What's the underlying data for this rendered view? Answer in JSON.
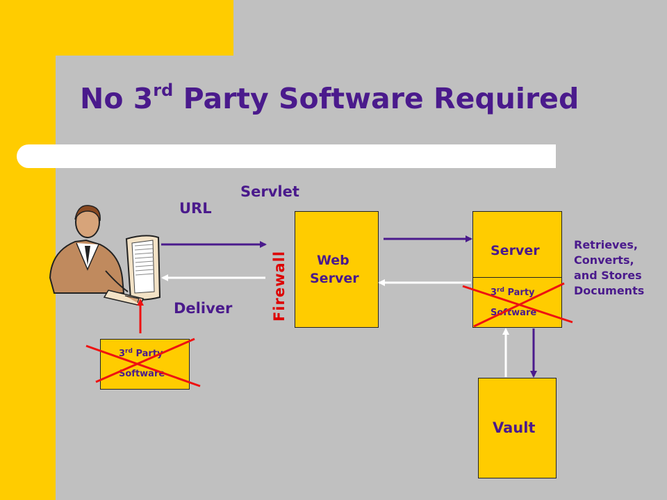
{
  "title": {
    "main": "No 3",
    "sup": "rd",
    "rest": " Party Software Required"
  },
  "labels": {
    "servlet": "Servlet",
    "url": "URL",
    "deliver": "Deliver",
    "firewall": "Firewall",
    "web_server_line1": "Web",
    "web_server_line2": "Server",
    "server": "Server",
    "vault": "Vault",
    "retrieves_line1": "Retrieves,",
    "retrieves_line2": "Converts,",
    "retrieves_line3": "and Stores",
    "retrieves_line4": "Documents"
  },
  "third_party": {
    "prefix": "3",
    "sup": "rd",
    "word": " Party",
    "software": "Software"
  },
  "icons": [
    "person-at-computer-icon",
    "red-x-icon"
  ],
  "colors": {
    "accent": "#FFCC00",
    "background": "#C0C0C0",
    "text": "#4A1A8C",
    "firewall": "#DD0000",
    "arrow": "#4A1A8C",
    "cross": "#EE1111"
  }
}
